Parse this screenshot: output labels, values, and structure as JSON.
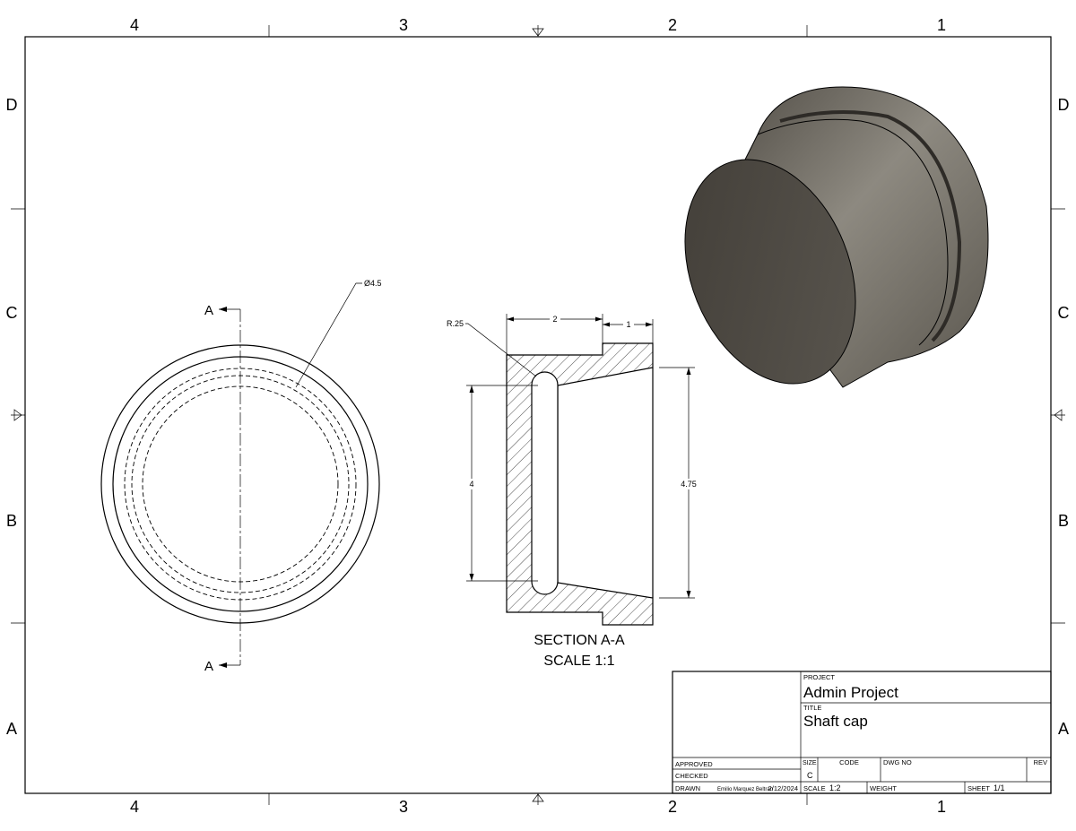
{
  "zones": {
    "columns": [
      "4",
      "3",
      "2",
      "1"
    ],
    "rows": [
      "D",
      "C",
      "B",
      "A"
    ]
  },
  "front_view": {
    "section_label_top": "A",
    "section_label_bottom": "A",
    "diameter_dim": "Ø4.5"
  },
  "section_view": {
    "radius_dim": "R.25",
    "width_dim": "2",
    "step_dim": "1",
    "inner_height_dim": "4",
    "outer_height_dim": "4.75",
    "caption": "SECTION A-A",
    "scale": "SCALE 1:1"
  },
  "title_block": {
    "project_label": "PROJECT",
    "project": "Admin Project",
    "title_label": "TITLE",
    "title": "Shaft cap",
    "approved_label": "APPROVED",
    "checked_label": "CHECKED",
    "drawn_label": "DRAWN",
    "drawn_by": "Emilio Marquez Beltran",
    "drawn_date": "2/12/2024",
    "size_label": "SIZE",
    "size": "C",
    "code_label": "CODE",
    "dwg_no_label": "DWG NO",
    "rev_label": "REV",
    "scale_label": "SCALE",
    "scale": "1:2",
    "weight_label": "WEIGHT",
    "sheet_label": "SHEET",
    "sheet": "1/1"
  },
  "colors": {
    "model_body": "#5e5a52",
    "model_face": "#4a463f"
  }
}
